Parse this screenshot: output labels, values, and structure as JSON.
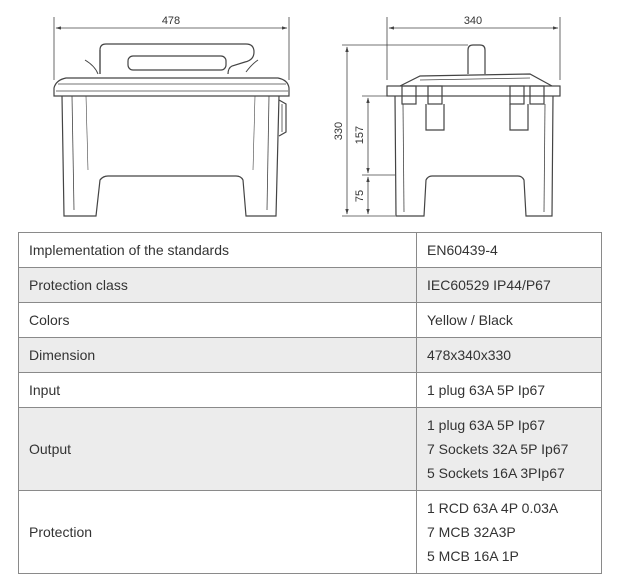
{
  "drawing": {
    "front_width": "478",
    "side_width": "340",
    "total_height": "330",
    "upper_height": "157",
    "leg_height": "75"
  },
  "specs": [
    {
      "label": "Implementation of the standards",
      "values": [
        "EN60439-4"
      ]
    },
    {
      "label": "Protection class",
      "values": [
        "IEC60529 IP44/P67"
      ]
    },
    {
      "label": "Colors",
      "values": [
        "Yellow / Black"
      ]
    },
    {
      "label": "Dimension",
      "values": [
        "478x340x330"
      ]
    },
    {
      "label": "Input",
      "values": [
        "1 plug 63A 5P Ip67"
      ]
    },
    {
      "label": "Output",
      "values": [
        "1 plug 63A 5P Ip67",
        "7 Sockets 32A 5P Ip67",
        "5 Sockets 16A 3PIp67"
      ]
    },
    {
      "label": "Protection",
      "values": [
        "1 RCD 63A 4P 0.03A",
        "7 MCB 32A3P",
        "5 MCB 16A 1P"
      ]
    }
  ]
}
